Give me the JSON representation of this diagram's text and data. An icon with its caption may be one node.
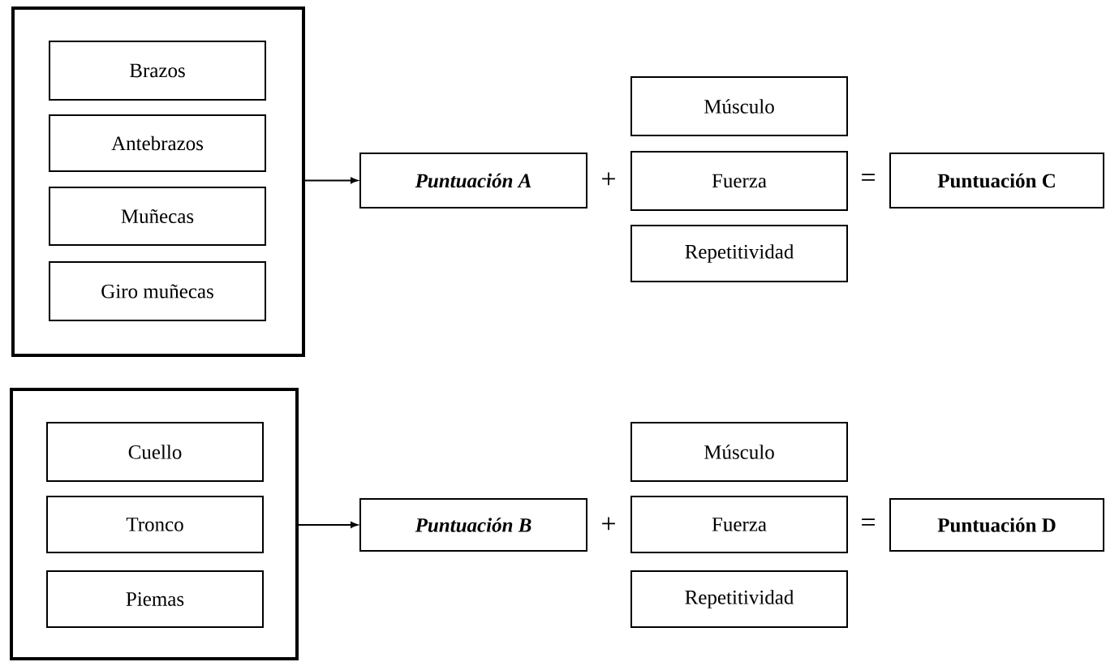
{
  "diagram": {
    "nodes": [
      {
        "text": [],
        "shape": "box"
      },
      {
        "text": [
          "Brazos"
        ],
        "in": 0
      },
      {
        "text": [
          "Antebrazos"
        ],
        "in": 0
      },
      {
        "text": [
          "Muñecas"
        ],
        "in": 0
      },
      {
        "text": [
          "Giro muñecas"
        ],
        "in": 0
      },
      {
        "text": [
          "Puntuación A"
        ]
      },
      {
        "text": [
          "Músculo"
        ]
      },
      {
        "text": [
          "Fuerza"
        ]
      },
      {
        "text": [
          "Repetitividad"
        ]
      },
      {
        "text": [
          "Puntuación C"
        ]
      },
      {
        "text": [],
        "shape": "box"
      },
      {
        "text": [
          "Cuello"
        ],
        "in": 10
      },
      {
        "text": [
          "Tronco"
        ],
        "in": 10
      },
      {
        "text": [
          "Piemas"
        ],
        "in": 10
      },
      {
        "text": [
          "Puntuación B"
        ]
      },
      {
        "text": [
          "Músculo"
        ]
      },
      {
        "text": [
          "Fuerza"
        ]
      },
      {
        "text": [
          "Repetitividad"
        ]
      },
      {
        "text": [
          "Puntuación D"
        ]
      }
    ],
    "edges": [
      {
        "from": 0,
        "to": 5,
        "arrow": "to"
      },
      {
        "from": 10,
        "to": 14,
        "arrow": "to"
      }
    ],
    "labels": [
      "+",
      "=",
      "+",
      "="
    ]
  }
}
